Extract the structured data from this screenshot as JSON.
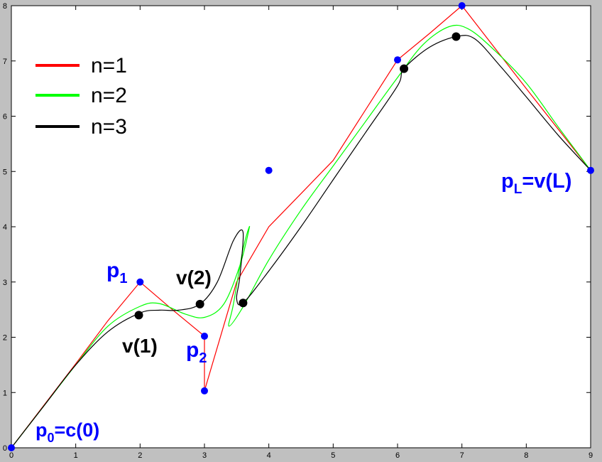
{
  "chart_data": {
    "type": "line",
    "xlim": [
      0,
      9
    ],
    "ylim": [
      0,
      8
    ],
    "xticks": [
      "0",
      "1",
      "2",
      "3",
      "4",
      "5",
      "6",
      "7",
      "8",
      "9"
    ],
    "yticks": [
      "0",
      "1",
      "2",
      "3",
      "4",
      "5",
      "6",
      "7",
      "8"
    ],
    "grid": false,
    "legend_position": "top-left",
    "colors": {
      "n1": "#ff0000",
      "n2": "#00ff00",
      "n3": "#000000",
      "control_points": "#0000ff",
      "v_points": "#000000"
    },
    "control_points": {
      "x": [
        0,
        2,
        3,
        3,
        4,
        6,
        7,
        9
      ],
      "y": [
        0,
        3,
        2.02,
        1.03,
        5.02,
        7.02,
        8,
        5.02
      ]
    },
    "v_points": {
      "x": [
        1.98,
        2.93,
        3.6,
        6.1,
        6.91
      ],
      "y": [
        2.4,
        2.6,
        2.62,
        6.86,
        7.44
      ]
    },
    "series": [
      {
        "name": "n=1",
        "x": [
          0,
          0.5,
          1,
          1.5,
          2,
          2.5,
          3,
          3,
          3.5,
          4,
          4.5,
          5,
          6,
          6.5,
          7,
          8,
          9
        ],
        "y": [
          0,
          0.76,
          1.52,
          2.3,
          3,
          2.5,
          2.02,
          1.03,
          3.0,
          4.0,
          4.6,
          5.2,
          7.02,
          7.5,
          8,
          6.5,
          5.02
        ]
      },
      {
        "name": "n=2",
        "x": [
          0,
          0.5,
          1,
          1.5,
          2,
          2.3,
          2.7,
          3,
          3.3,
          3.55,
          3.7,
          3.6,
          3.45,
          3.38,
          3.6,
          4,
          4.5,
          5,
          5.5,
          6,
          6.4,
          6.8,
          7.1,
          7.5,
          8,
          8.5,
          9
        ],
        "y": [
          0,
          0.75,
          1.5,
          2.2,
          2.56,
          2.61,
          2.42,
          2.36,
          2.6,
          3.3,
          4.0,
          3.6,
          2.6,
          2.2,
          2.55,
          3.4,
          4.3,
          5.1,
          5.9,
          6.7,
          7.3,
          7.62,
          7.58,
          7.2,
          6.6,
          5.8,
          5.02
        ]
      },
      {
        "name": "n=3",
        "x": [
          0,
          0.5,
          1,
          1.5,
          2,
          2.3,
          2.6,
          2.93,
          3.2,
          3.45,
          3.6,
          3.55,
          3.5,
          3.6,
          4,
          4.5,
          5,
          5.5,
          6,
          6.1,
          6.5,
          6.91,
          7.2,
          7.6,
          8,
          8.5,
          9
        ],
        "y": [
          0,
          0.75,
          1.5,
          2.1,
          2.44,
          2.49,
          2.49,
          2.6,
          3.0,
          3.75,
          3.9,
          3.1,
          2.7,
          2.62,
          3.2,
          4.0,
          4.85,
          5.7,
          6.55,
          6.86,
          7.25,
          7.44,
          7.4,
          6.9,
          6.35,
          5.65,
          5.02
        ]
      }
    ],
    "annotations": {
      "p0": {
        "main": "p",
        "sub": "0",
        "rest": "=c(0)"
      },
      "p1": {
        "main": "p",
        "sub": "1",
        "rest": ""
      },
      "p2": {
        "main": "p",
        "sub": "2",
        "rest": ""
      },
      "pL": {
        "main": "p",
        "sub": "L",
        "rest": "=v(L)"
      },
      "v1": "v(1)",
      "v2": "v(2)"
    }
  }
}
